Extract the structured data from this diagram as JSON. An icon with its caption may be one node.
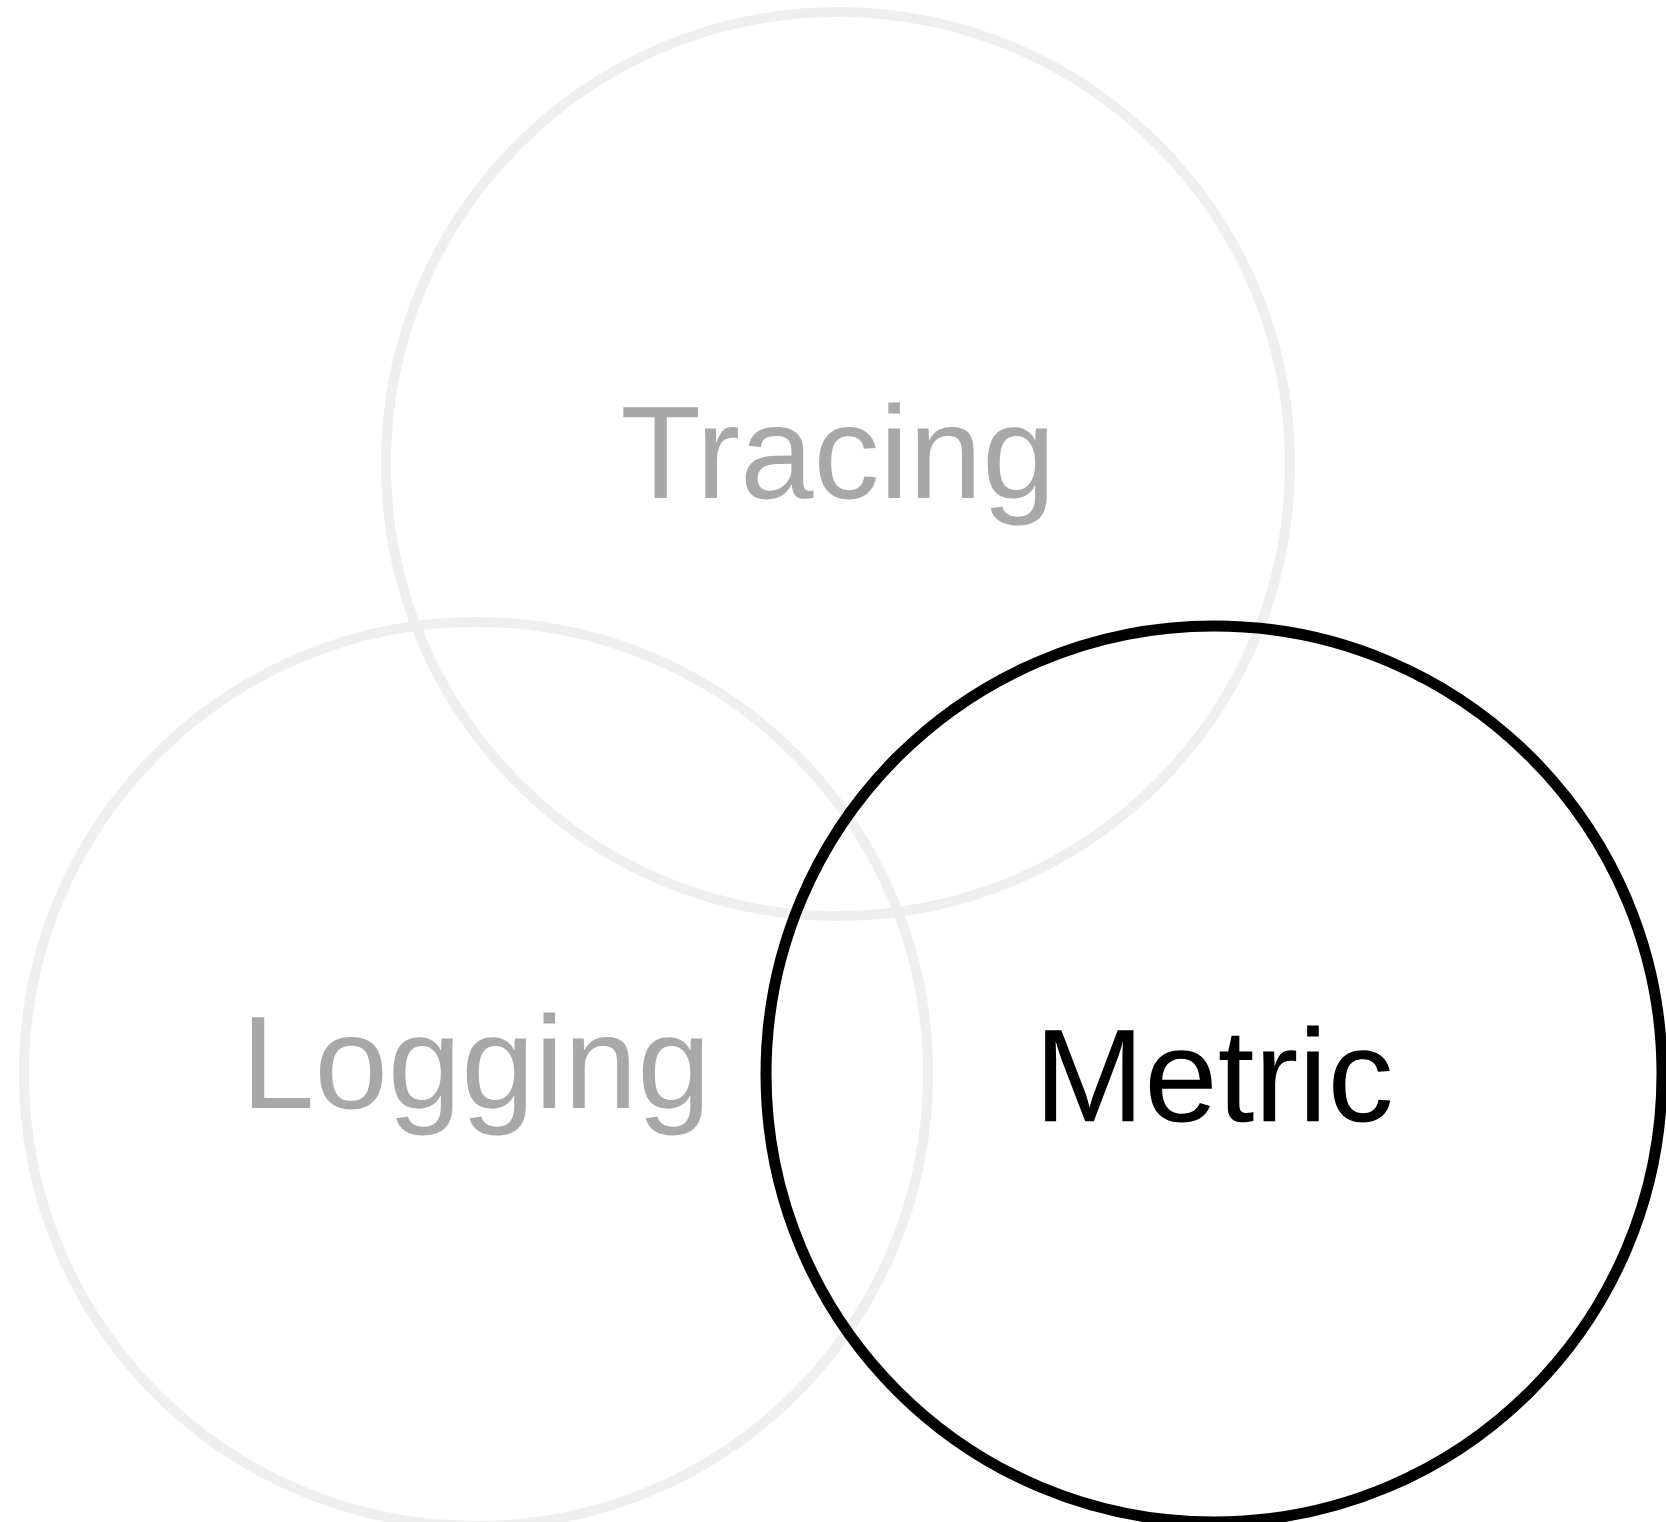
{
  "diagram": {
    "nodes": [
      {
        "text": [
          "Tracing"
        ]
      },
      {
        "text": [
          "Logging"
        ]
      },
      {
        "text": [
          "Metric"
        ]
      }
    ]
  }
}
